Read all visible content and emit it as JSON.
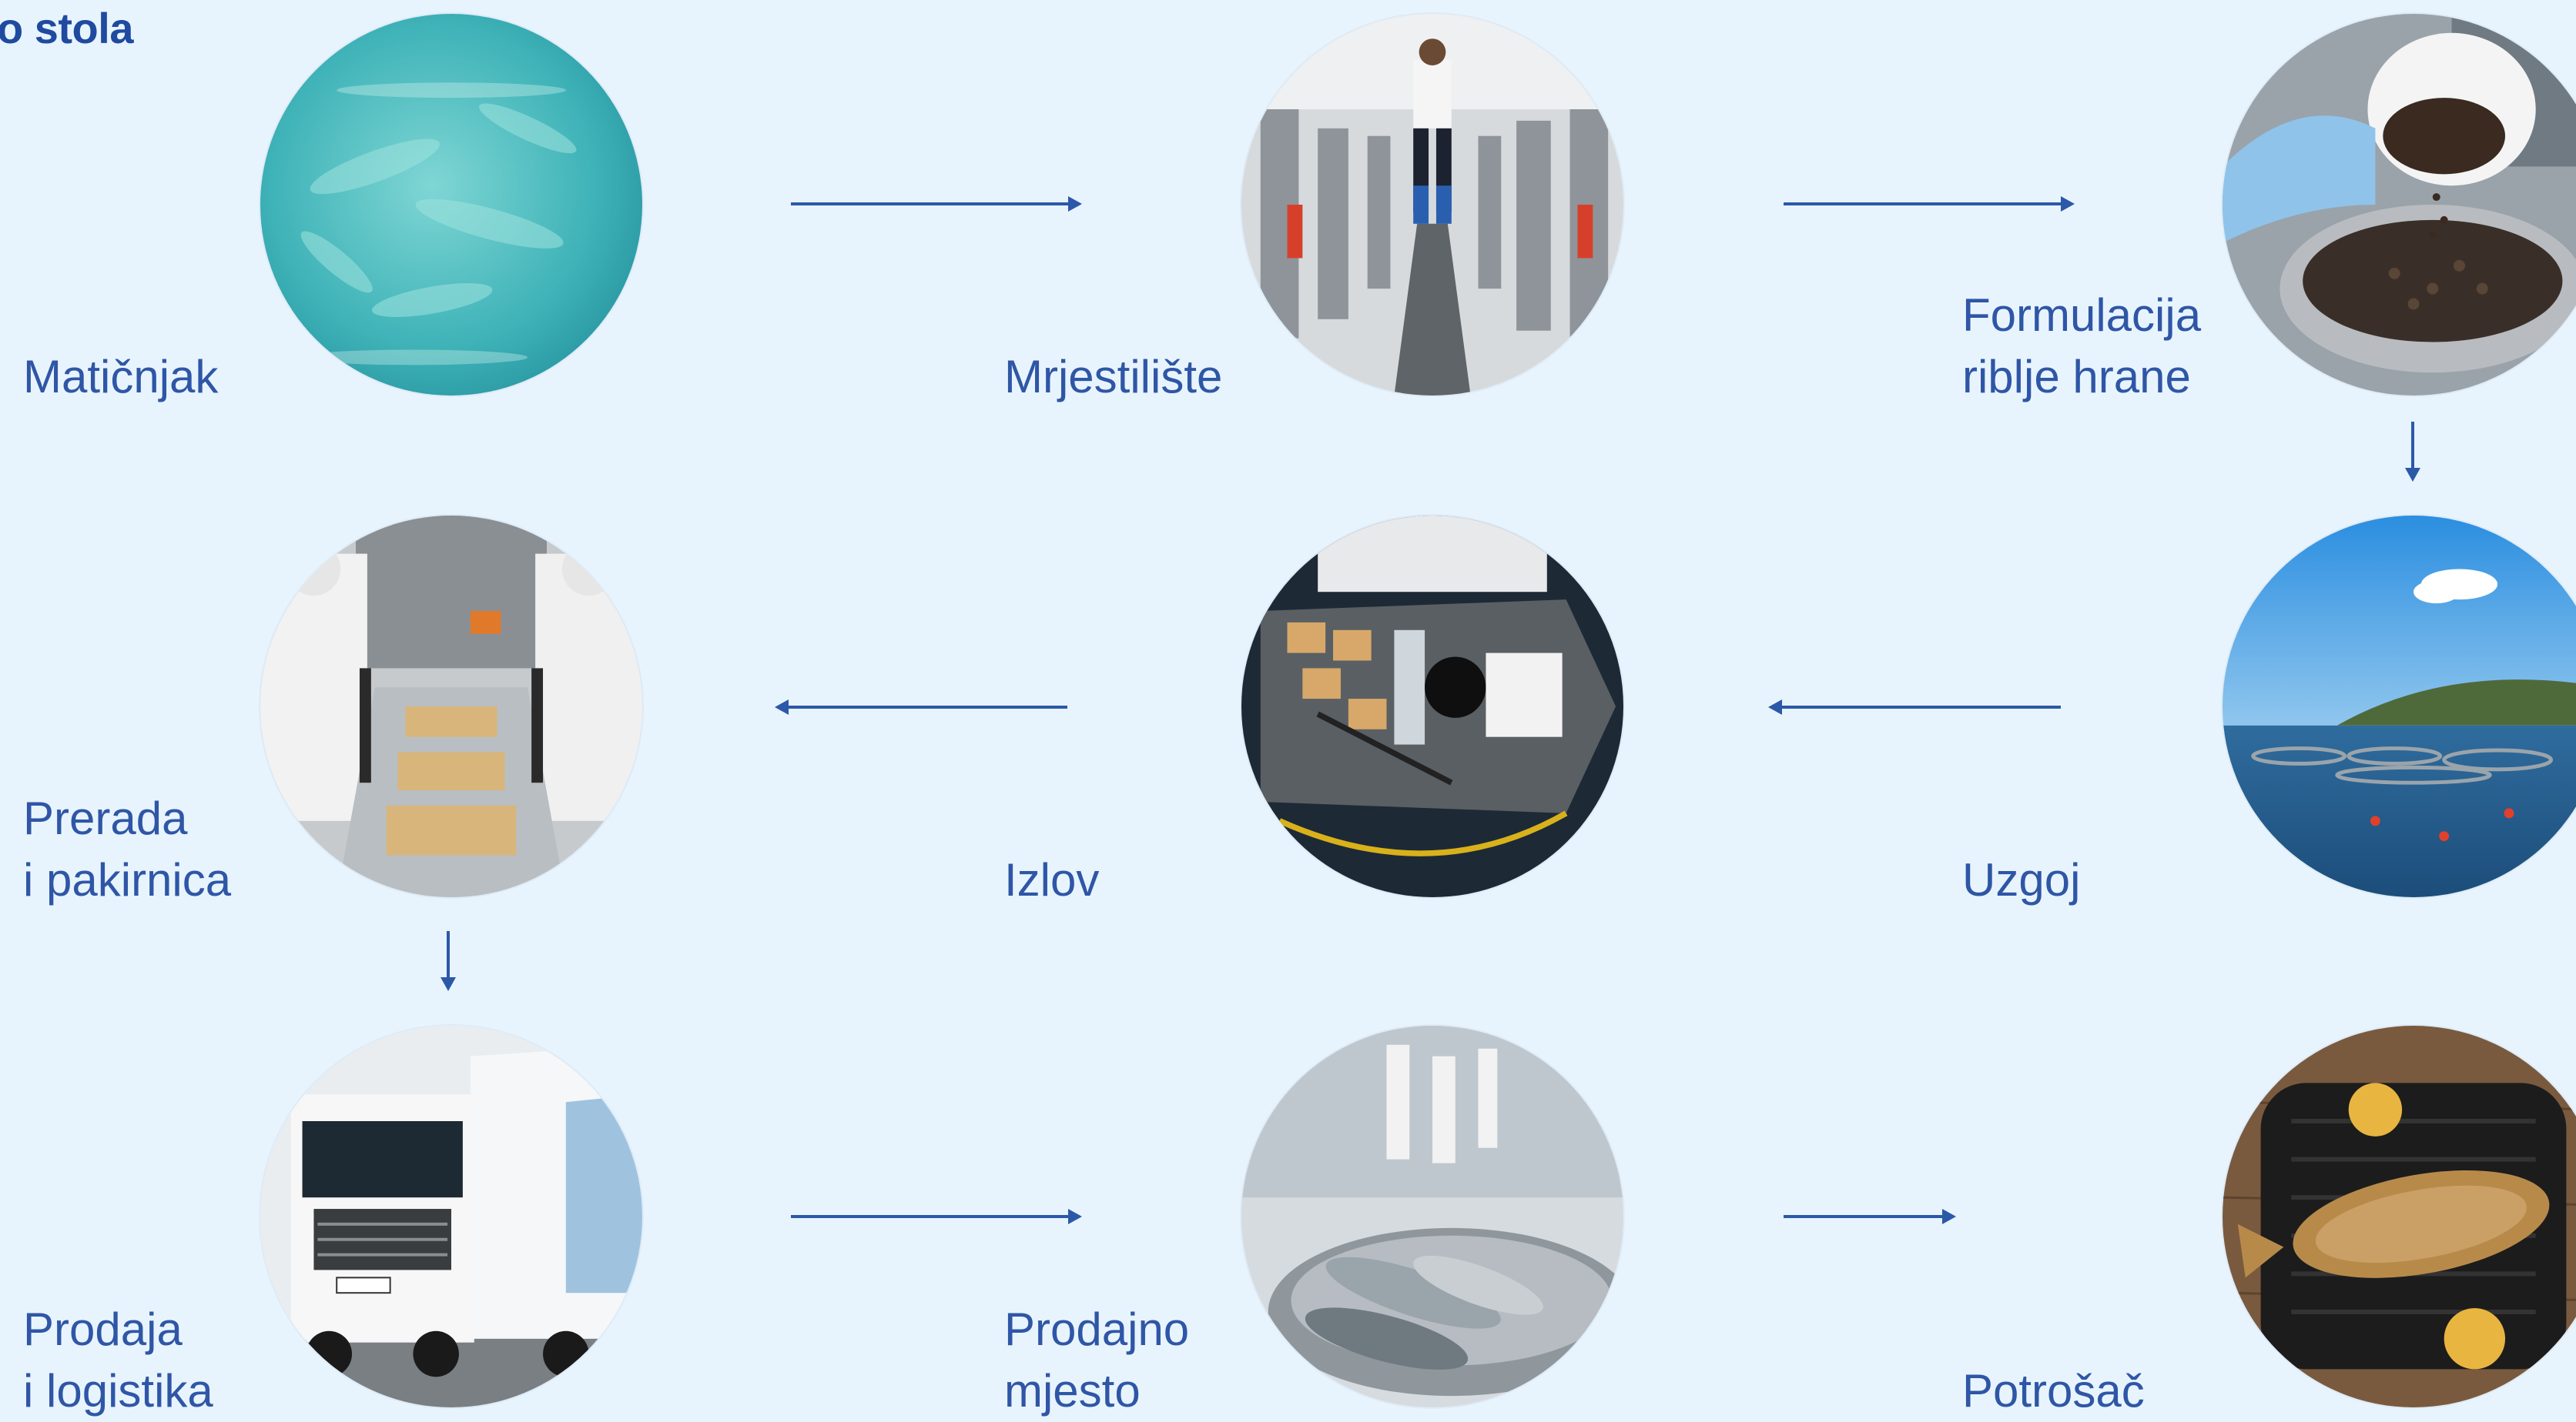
{
  "page": {
    "title": "o stola"
  },
  "steps": [
    {
      "label": "Matičnjak",
      "image": "fish-broodstock-water-photo"
    },
    {
      "label": "Mrjestilište",
      "image": "hatchery-worker-tanks-photo"
    },
    {
      "label": "Formulacija\nriblje hrane",
      "image": "fish-feed-pellets-photo"
    },
    {
      "label": "Uzgoj",
      "image": "sea-fish-farm-cages-photo"
    },
    {
      "label": "Izlov",
      "image": "fishing-boat-aerial-photo"
    },
    {
      "label": "Prerada\ni pakirnica",
      "image": "processing-packing-line-photo"
    },
    {
      "label": "Prodaja\ni logistika",
      "image": "delivery-truck-photo"
    },
    {
      "label": "Prodajno\nmjesto",
      "image": "fish-market-counter-photo"
    },
    {
      "label": "Potrošač",
      "image": "grilled-fish-dish-photo"
    }
  ],
  "colors": {
    "background": "#e8f4fd",
    "text": "#2f56a6",
    "title": "#1f4aa0",
    "arrow": "#2c58a8"
  }
}
